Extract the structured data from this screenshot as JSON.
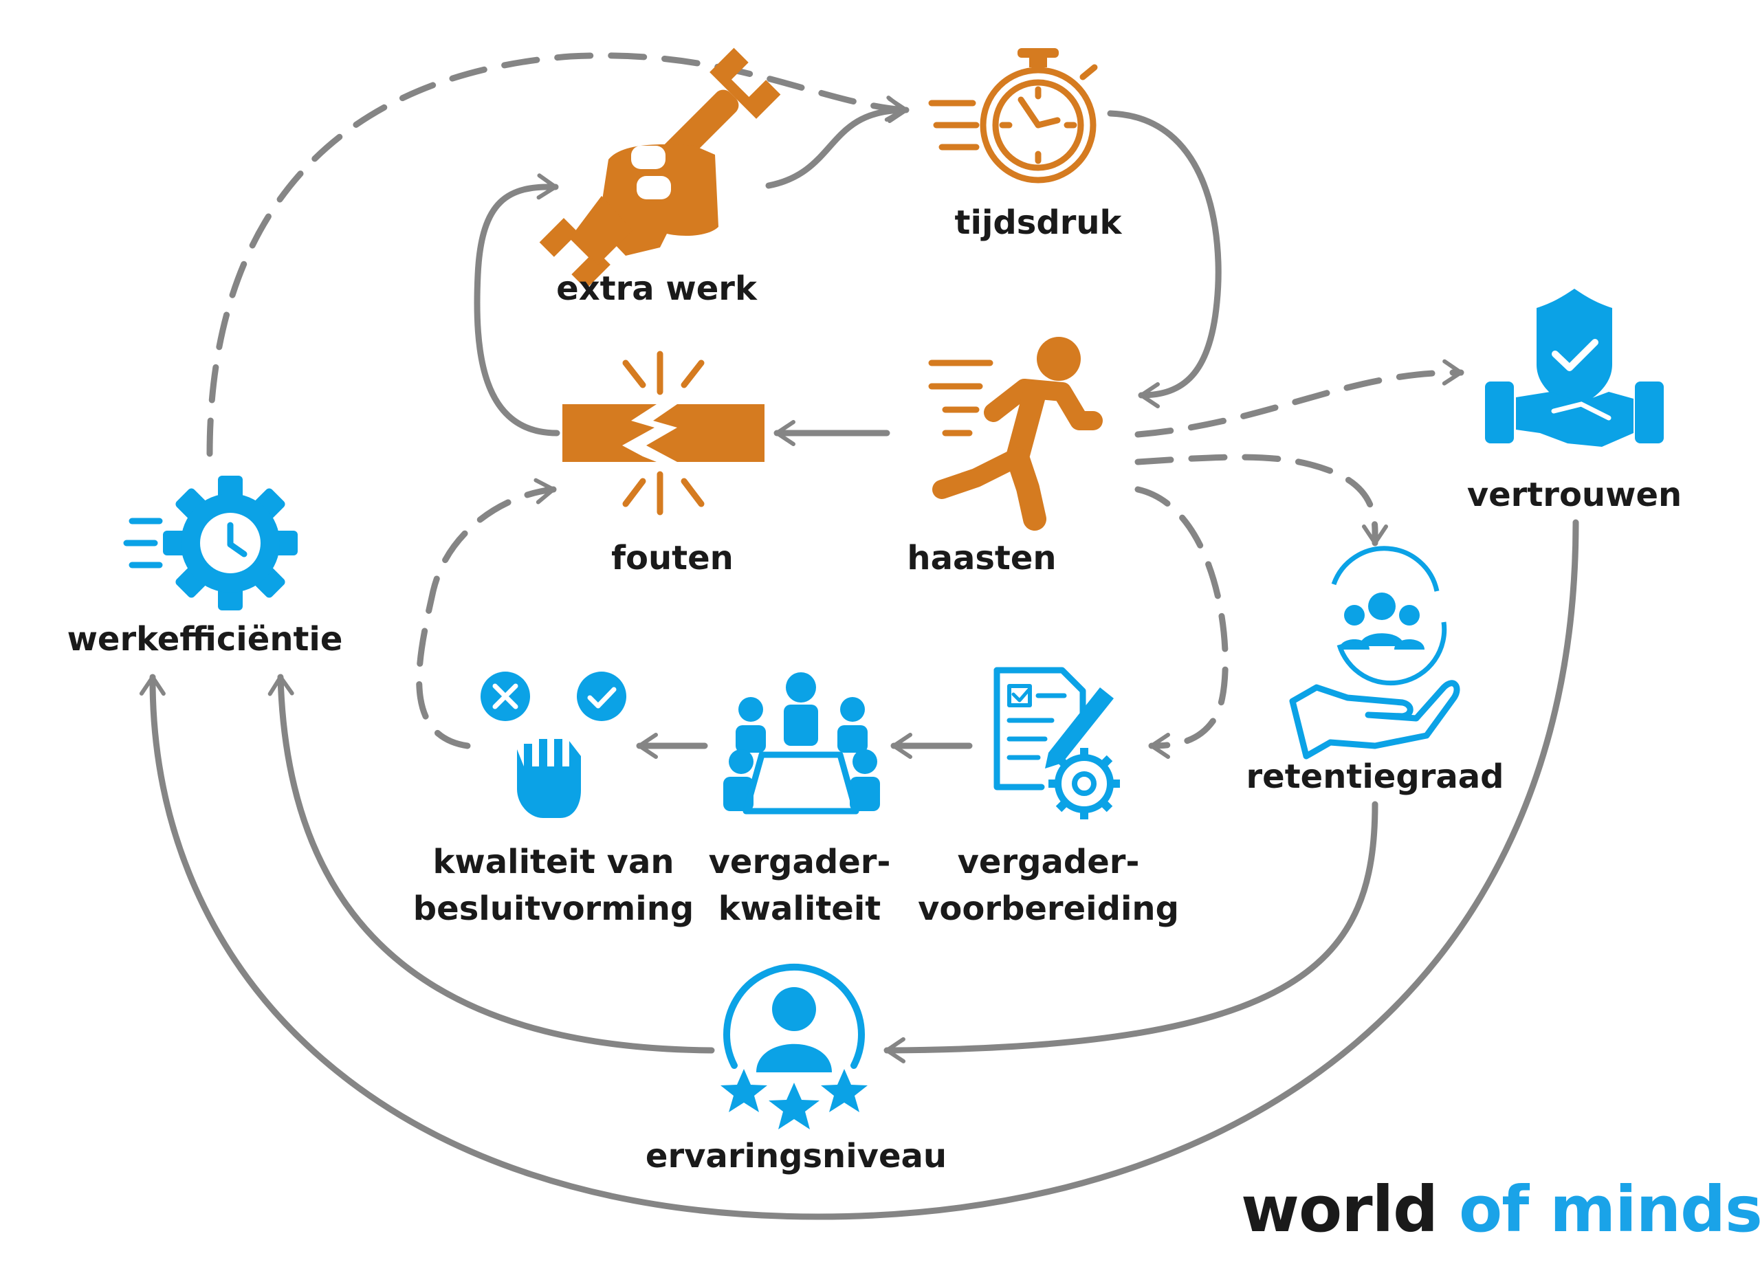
{
  "colors": {
    "orange": "#d57b20",
    "blue": "#0ba2e6",
    "arrow": "#858585",
    "text": "#1a1a1a"
  },
  "nodes": {
    "extra_werk": {
      "label": "extra werk",
      "icon": "wrench-fist-icon"
    },
    "tijdsdruk": {
      "label": "tijdsdruk",
      "icon": "stopwatch-icon"
    },
    "fouten": {
      "label": "fouten",
      "icon": "broken-beam-icon"
    },
    "haasten": {
      "label": "haasten",
      "icon": "running-person-icon"
    },
    "vertrouwen": {
      "label": "vertrouwen",
      "icon": "shield-handshake-icon"
    },
    "werkefficientie": {
      "label": "werkefficiëntie",
      "icon": "gear-clock-icon"
    },
    "retentiegraad": {
      "label": "retentiegraad",
      "icon": "hand-team-cycle-icon"
    },
    "kwaliteit_besluitvorming": {
      "line1": "kwaliteit van",
      "line2": "besluitvorming",
      "icon": "hand-choice-icon"
    },
    "vergader_kwaliteit": {
      "line1": "vergader-",
      "line2": "kwaliteit",
      "icon": "meeting-table-icon"
    },
    "vergader_voorbereiding": {
      "line1": "vergader-",
      "line2": "voorbereiding",
      "icon": "document-gear-icon"
    },
    "ervaringsniveau": {
      "label": "ervaringsniveau",
      "icon": "user-stars-icon"
    }
  },
  "logo": {
    "part1": "world ",
    "part2": "of minds",
    "registered": "®"
  }
}
